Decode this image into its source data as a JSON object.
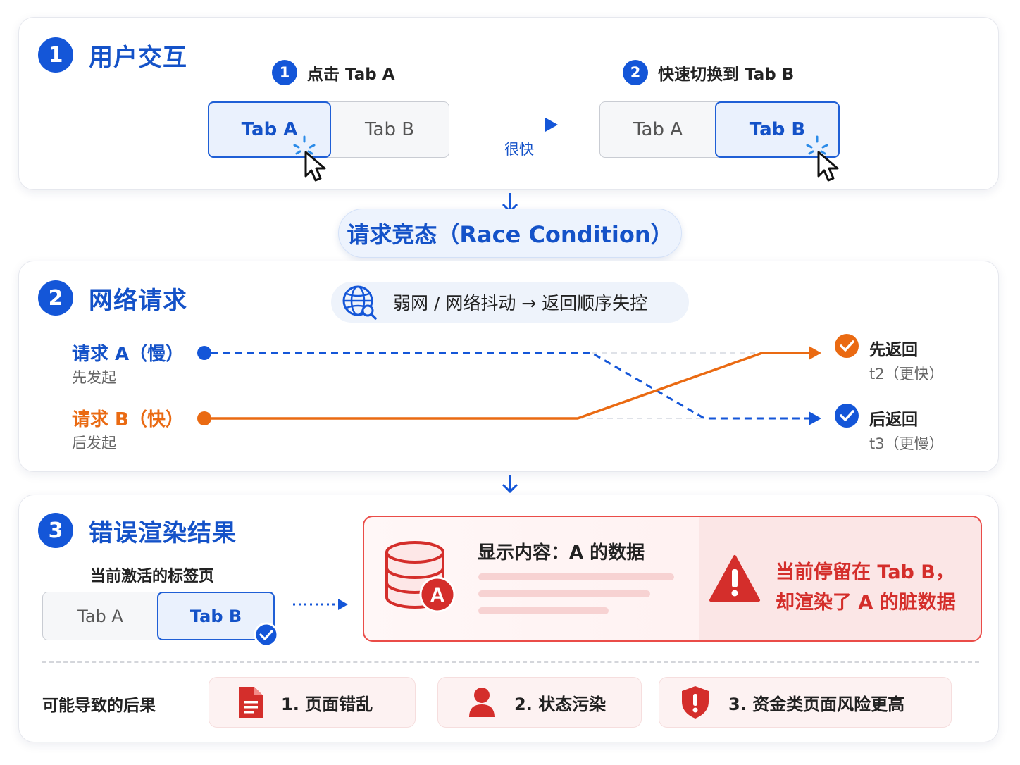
{
  "colors": {
    "blue": "#1456d8",
    "orange": "#ea6a12",
    "red": "#d42e2b",
    "gray": "#666666"
  },
  "section1": {
    "num": "1",
    "title": "用户交互",
    "step1": {
      "num": "1",
      "label": "点击 Tab A"
    },
    "step2": {
      "num": "2",
      "label": "快速切换到 Tab B"
    },
    "tabs_left": {
      "a": "Tab A",
      "b": "Tab B",
      "active": "Tab A"
    },
    "tabs_right": {
      "a": "Tab A",
      "b": "Tab B",
      "active": "Tab B"
    },
    "arrow_label": "很快"
  },
  "race": {
    "label": "请求竞态（Race Condition）"
  },
  "section2": {
    "num": "2",
    "title": "网络请求",
    "network_note": "弱网 / 网络抖动 → 返回顺序失控",
    "network_icon": "globe-search-icon",
    "request_a": {
      "label": "请求 A（慢）",
      "sub": "先发起"
    },
    "request_b": {
      "label": "请求 B（快）",
      "sub": "后发起"
    },
    "result_first": {
      "label": "先返回",
      "sub": "t2（更快）"
    },
    "result_second": {
      "label": "后返回",
      "sub": "t3（更慢）"
    }
  },
  "section3": {
    "num": "3",
    "title": "错误渲染结果",
    "active_tab_label": "当前激活的标签页",
    "tabs": {
      "a": "Tab A",
      "b": "Tab B",
      "active": "Tab B"
    },
    "render_title": "显示内容：A 的数据",
    "db_badge": "A",
    "warning_line1": "当前停留在 Tab B，",
    "warning_line2": "却渲染了 A 的脏数据",
    "consequences_label": "可能导致的后果",
    "consequences": [
      {
        "icon": "document-icon",
        "text": "1. 页面错乱"
      },
      {
        "icon": "user-icon",
        "text": "2. 状态污染"
      },
      {
        "icon": "shield-alert-icon",
        "text": "3. 资金类页面风险更高"
      }
    ]
  }
}
